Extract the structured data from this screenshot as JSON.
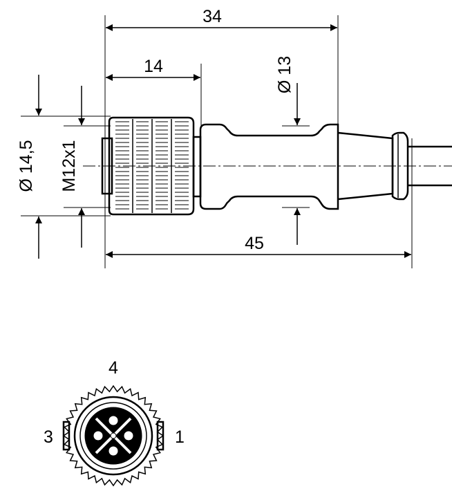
{
  "dimensions": {
    "length_body": "34",
    "length_nut": "14",
    "length_total": "45",
    "diameter_body": "Ø 13",
    "diameter_nut": "Ø 14,5",
    "thread": "M12x1"
  },
  "pins": {
    "pin_top": "4",
    "pin_left": "3",
    "pin_right": "1"
  }
}
